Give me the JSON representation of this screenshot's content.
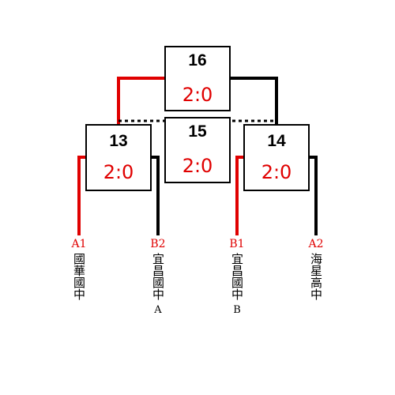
{
  "colors": {
    "winner": "#e00000",
    "loser": "#000000"
  },
  "matches": [
    {
      "id": "m16",
      "number": "16",
      "score": "2:0"
    },
    {
      "id": "m15",
      "number": "15",
      "score": "2:0"
    },
    {
      "id": "m13",
      "number": "13",
      "score": "2:0"
    },
    {
      "id": "m14",
      "number": "14",
      "score": "2:0"
    }
  ],
  "teams": [
    {
      "code": "A1",
      "name": "國華國中",
      "suffix": ""
    },
    {
      "code": "B2",
      "name": "宜昌國中",
      "suffix": "A"
    },
    {
      "code": "B1",
      "name": "宜昌國中",
      "suffix": "B"
    },
    {
      "code": "A2",
      "name": "海星高中",
      "suffix": ""
    }
  ]
}
